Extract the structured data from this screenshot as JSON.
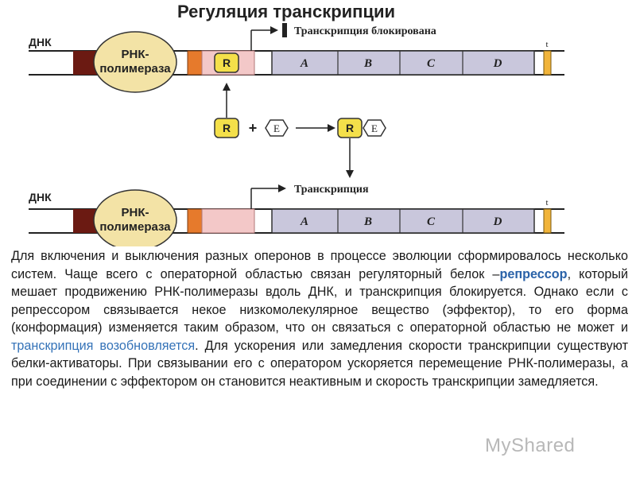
{
  "title": "Регуляция транскрипции",
  "top_diagram": {
    "dna_label": "ДНК",
    "polymerase_line1": "РНК-",
    "polymerase_line2": "полимераза",
    "repressor_letter": "R",
    "genes": [
      "A",
      "B",
      "C",
      "D"
    ],
    "terminator_label": "t",
    "arrow_label": "Транскрипция блокирована"
  },
  "middle_reaction": {
    "repressor": "R",
    "plus": "+",
    "effector": "E"
  },
  "bottom_diagram": {
    "dna_label": "ДНК",
    "polymerase_line1": "РНК-",
    "polymerase_line2": "полимераза",
    "genes": [
      "A",
      "B",
      "C",
      "D"
    ],
    "terminator_label": "t",
    "arrow_label": "Транскрипция"
  },
  "body": {
    "p1_a": "Для включения и выключения разных оперонов в процессе эволюции сформировалось несколько систем. Чаще всего с операторной областью связан регуляторный белок –",
    "p1_repressor": "репрессор",
    "p1_b": ", который мешает продвижению РНК-полимеразы вдоль ДНК, и транскрипция блокируется. Однако если с репрессором связывается некое низкомолекулярное вещество (эффектор), то его форма (конформация) изменяется таким образом, что он связаться с операторной областью не может и",
    "p1_resume": "транскрипция возобновляется",
    "p1_c": ". Для ускорения или замедления скорости транскрипции существуют белки-активаторы. При связывании его с оператором ускоряется перемещение РНК-полимеразы, а при соединении с эффектором он становится неактивным и скорость транскрипции замедляется."
  },
  "watermark": "MyShared",
  "colors": {
    "polymerase_fill": "#f3e3a6",
    "repressor_fill": "#f4e04a",
    "gene_fill": "#c9c7dc",
    "promoter_dark": "#6b1a12",
    "promoter_orange": "#e67a2c",
    "operator_pink": "#f3c8c8",
    "highlight_blue": "#2a62a8"
  }
}
